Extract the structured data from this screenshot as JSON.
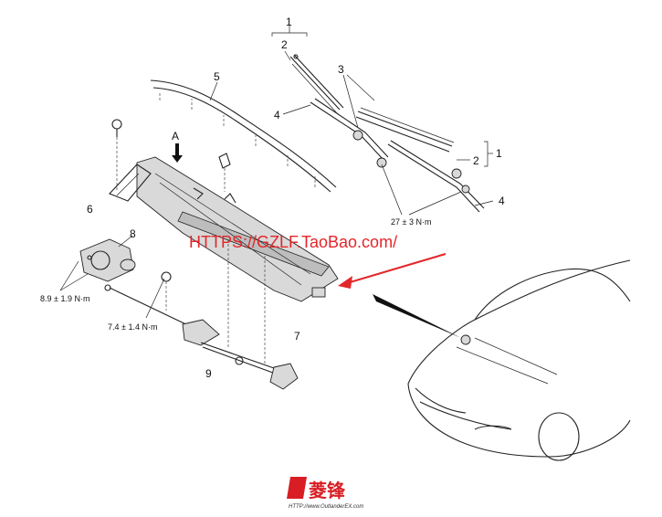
{
  "callouts": {
    "c1_top": "1",
    "c2_top": "2",
    "c3": "3",
    "c4_left": "4",
    "c5": "5",
    "c1_right": "1",
    "c2_right": "2",
    "c4_right": "4",
    "c6": "6",
    "c7": "7",
    "c8": "8",
    "c9": "9",
    "view_a": "A"
  },
  "torques": {
    "arm_nut": "27 ± 3 N·m",
    "motor_bolt": "8.9 ± 1.9 N·m",
    "linkage_nut": "7.4 ± 1.4 N·m"
  },
  "watermark": "HTTPS://GZLF.TaoBao.com/",
  "logo": {
    "text": "菱锋",
    "url": "HTTP://www.OutlanderEX.com"
  },
  "colors": {
    "watermark": "#e3262a",
    "logo": "#d81e24",
    "line": "#222222",
    "pointer_arrow": "#e3262a"
  },
  "icons": [
    "wiper-blade-icon",
    "wiper-arm-icon",
    "cowl-panel-icon",
    "wiper-motor-icon",
    "wiper-linkage-icon",
    "car-front-icon",
    "view-arrow-icon"
  ]
}
